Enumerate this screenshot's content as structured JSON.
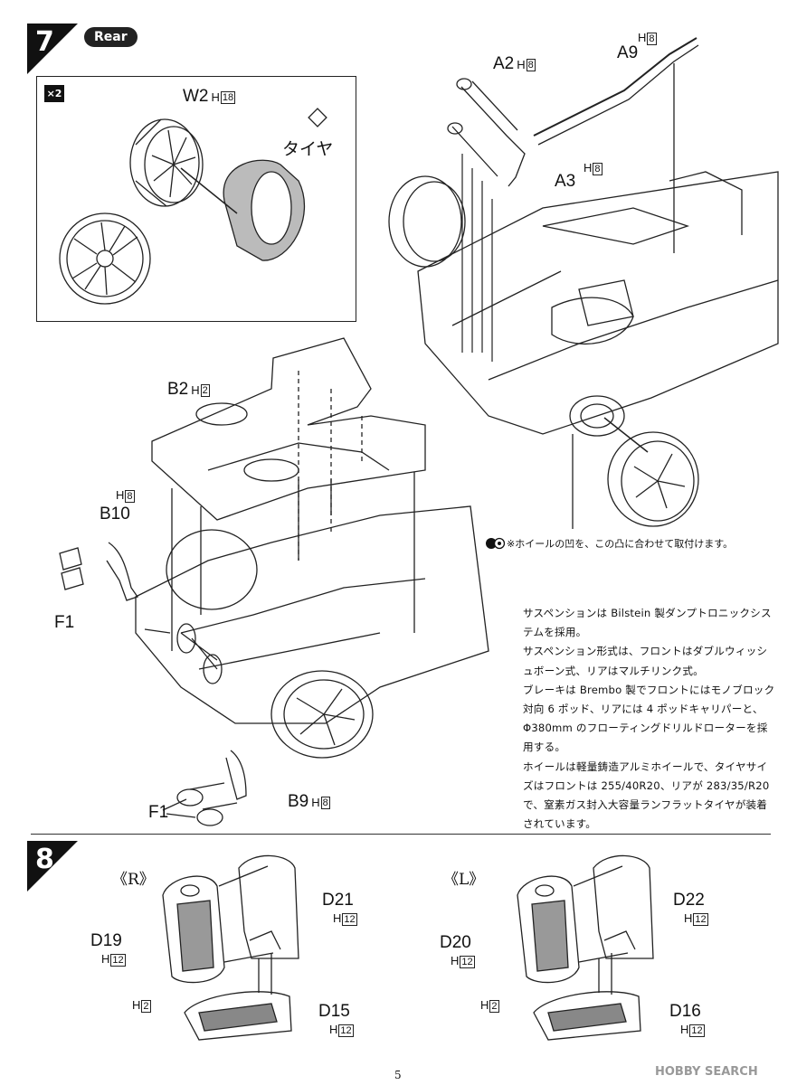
{
  "step7": {
    "number": "7",
    "badge": "Rear",
    "multiplier": "×2",
    "parts": {
      "w2": {
        "name": "W2",
        "h": "H",
        "box": "18"
      },
      "tire": {
        "name": "タイヤ"
      },
      "a2": {
        "name": "A2",
        "h": "H",
        "box": "8"
      },
      "a9": {
        "name": "A9",
        "h": "H",
        "box": "8"
      },
      "a3": {
        "name": "A3",
        "h": "H",
        "box": "8"
      },
      "b2": {
        "name": "B2",
        "h": "H",
        "box": "2"
      },
      "b10": {
        "name": "B10",
        "h": "H",
        "box": "8"
      },
      "f1_top": {
        "name": "F1"
      },
      "f1_bottom": {
        "name": "F1"
      },
      "b9": {
        "name": "B9",
        "h": "H",
        "box": "8"
      }
    },
    "tip": "※ホイールの凹を、この凸に合わせて取付けます。",
    "notes": [
      "サスペンションは Bilstein 製ダンプトロニックシステムを採用。",
      "サスペンション形式は、フロントはダブルウィッシュボーン式、リアはマルチリンク式。",
      "ブレーキは Brembo 製でフロントにはモノブロック対向 6 ポッド、リアには 4 ポッドキャリパーと、Φ380mm のフローティングドリルドローターを採用する。",
      "ホイールは軽量鋳造アルミホイールで、タイヤサイズはフロントは 255/40R20、リアが 283/35/R20 で、窒素ガス封入大容量ランフラットタイヤが装着されています。"
    ]
  },
  "step8": {
    "number": "8",
    "right_label": "《R》",
    "left_label": "《L》",
    "right": {
      "d21": {
        "name": "D21",
        "h": "H",
        "box": "12"
      },
      "d19": {
        "name": "D19",
        "h": "H",
        "box": "12"
      },
      "h2": {
        "h": "H",
        "box": "2"
      },
      "d15": {
        "name": "D15",
        "h": "H",
        "box": "12"
      }
    },
    "left": {
      "d22": {
        "name": "D22",
        "h": "H",
        "box": "12"
      },
      "d20": {
        "name": "D20",
        "h": "H",
        "box": "12"
      },
      "h2": {
        "h": "H",
        "box": "2"
      },
      "d16": {
        "name": "D16",
        "h": "H",
        "box": "12"
      }
    }
  },
  "page_number": "5",
  "watermark": "HOBBY SEARCH"
}
